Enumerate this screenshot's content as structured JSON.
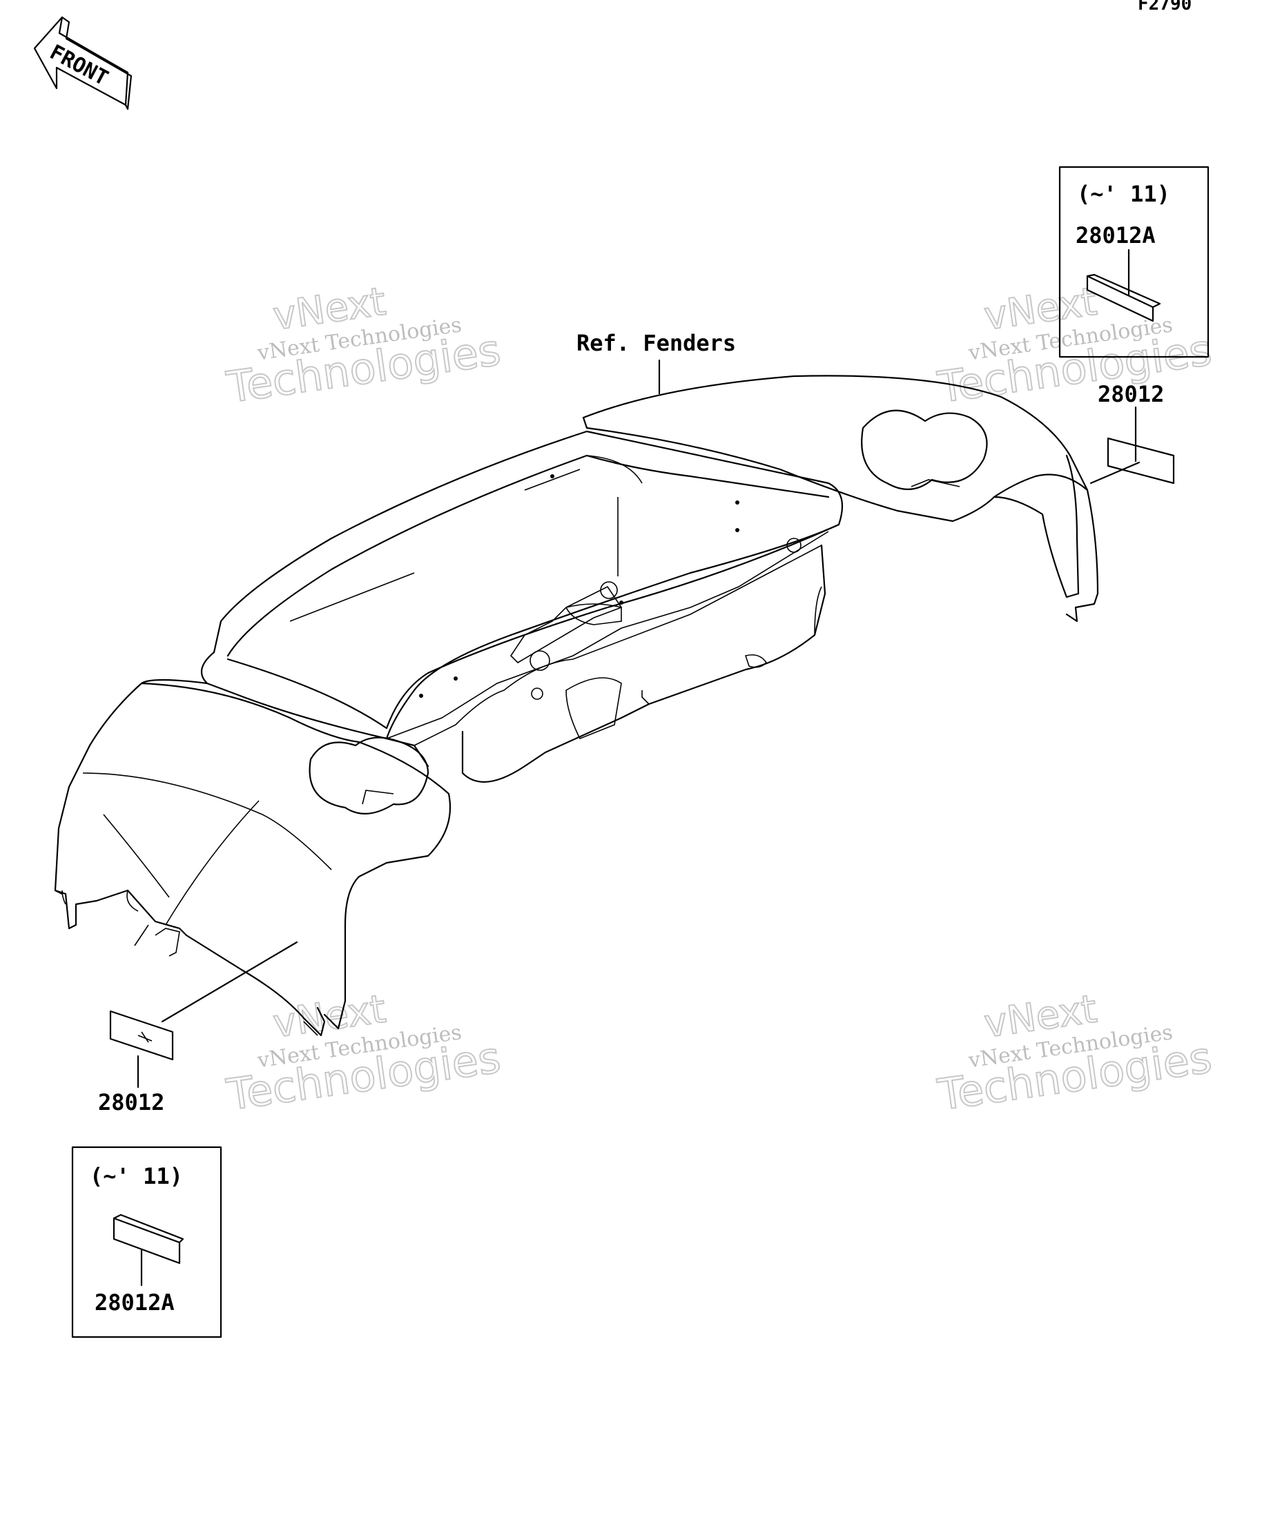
{
  "figure_code": "F2790",
  "front_label": "FRONT",
  "ref_label": "Ref. Fenders",
  "parts": {
    "label_top_right": "28012",
    "label_bottom_left": "28012",
    "inset_top_right": {
      "range": "(~' 11)",
      "part": "28012A"
    },
    "inset_bottom_left": {
      "range": "(~' 11)",
      "part": "28012A"
    }
  },
  "watermark": {
    "line1": "vNext",
    "line2": "vNext Technologies",
    "line3": "Technologies"
  }
}
